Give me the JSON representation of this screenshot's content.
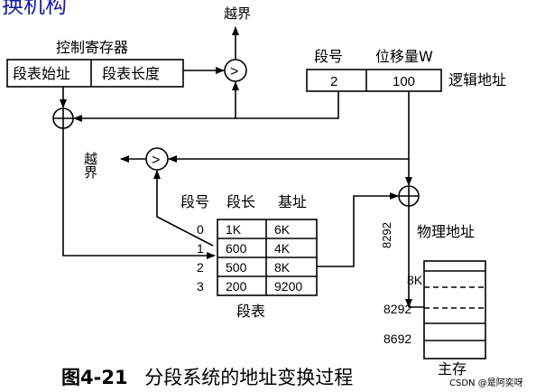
{
  "heading_fragment": "换机构",
  "overflow_labels": {
    "top": "越界",
    "side": "越界"
  },
  "control_register": {
    "title": "控制寄存器",
    "cells": [
      "段表始址",
      "段表长度"
    ]
  },
  "logical_address": {
    "headers": [
      "段号",
      "位移量W"
    ],
    "values": [
      "2",
      "100"
    ],
    "label": "逻辑地址"
  },
  "segment_table": {
    "headers": [
      "段号",
      "段长",
      "基址"
    ],
    "rows": [
      {
        "seg": "0",
        "length": "1K",
        "base": "6K"
      },
      {
        "seg": "1",
        "length": "600",
        "base": "4K"
      },
      {
        "seg": "2",
        "length": "500",
        "base": "8K"
      },
      {
        "seg": "3",
        "length": "200",
        "base": "9200"
      }
    ],
    "caption": "段表"
  },
  "physical_address": {
    "value": "8292",
    "label": "物理地址"
  },
  "main_memory": {
    "markers": [
      "8K",
      "8292",
      "8692"
    ],
    "label": "主存"
  },
  "operators": {
    "compare": ">",
    "add": "+"
  },
  "figure_caption": {
    "number": "图4-21",
    "title": "分段系统的地址变换过程"
  },
  "watermark": "CSDN @是阿奕呀"
}
